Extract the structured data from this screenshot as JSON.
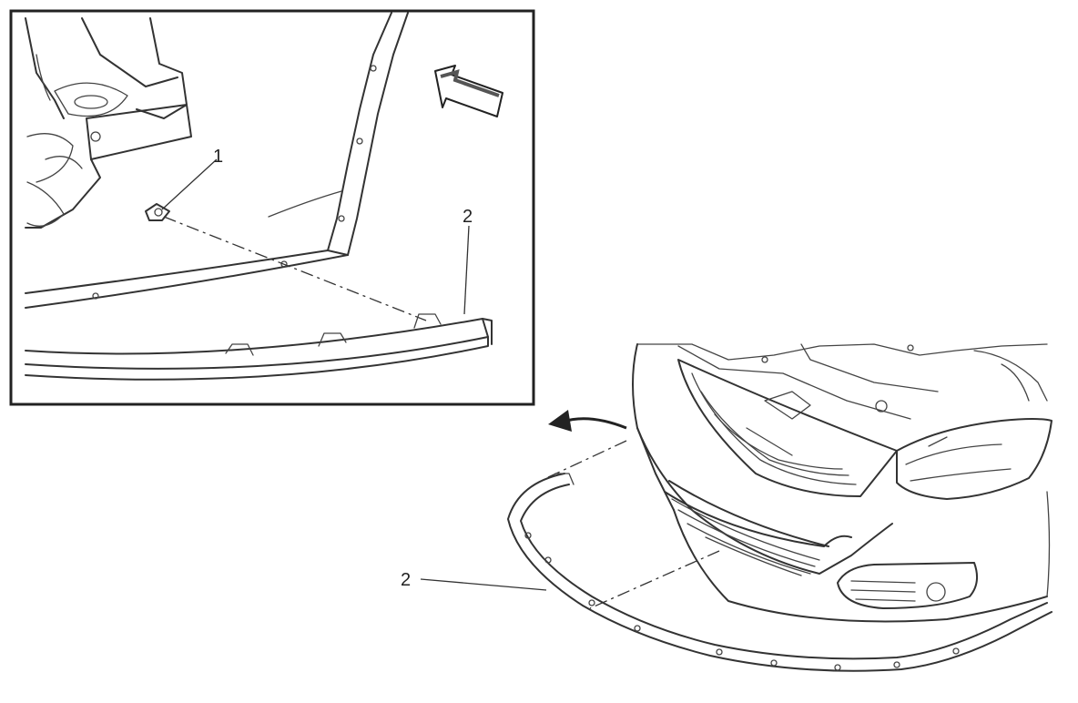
{
  "callouts": {
    "item1": "1",
    "item2_detail": "2",
    "item2_main": "2"
  },
  "icons": {
    "view_arrow": "arrow-icon",
    "reference_arrow": "curved-arrow-icon"
  },
  "colors": {
    "line": "#333333",
    "background": "#ffffff"
  }
}
